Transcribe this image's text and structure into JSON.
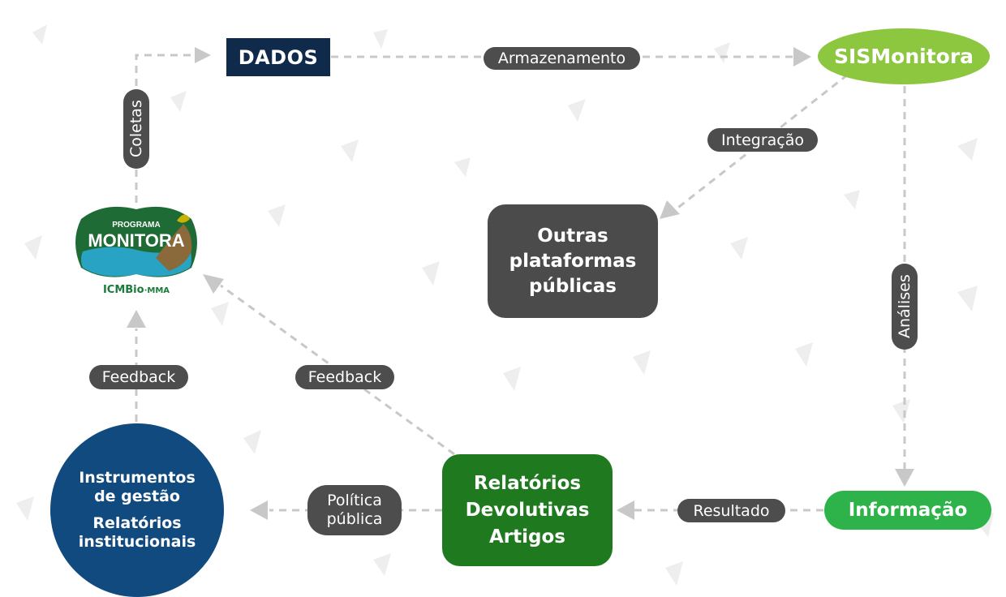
{
  "nodes": {
    "dados": "DADOS",
    "sismonitora": "SISMonitora",
    "outras": [
      "Outras",
      "plataformas",
      "públicas"
    ],
    "informacao": "Informação",
    "relatorios": [
      "Relatórios",
      "Devolutivas",
      "Artigos"
    ],
    "instrumentos": [
      "Instrumentos",
      "de gestão",
      "Relatórios",
      "institucionais"
    ]
  },
  "edges": {
    "armazenamento": "Armazenamento",
    "integracao": "Integração",
    "analises": "Análises",
    "resultado": "Resultado",
    "politica": [
      "Política",
      "pública"
    ],
    "feedback_left": "Feedback",
    "feedback_mid": "Feedback",
    "coletas": "Coletas"
  },
  "logo": {
    "program": "PROGRAMA",
    "name": "MONITORA",
    "org": "ICMBio",
    "org_suffix": "·MMA"
  },
  "colors": {
    "dados": "#0f2a4a",
    "sismonitora": "#8dc63f",
    "outras": "#4b4b4b",
    "informacao": "#2db34a",
    "relatorios": "#1f7a1f",
    "instrumentos": "#114a7e",
    "label_pill": "#4d4d4d",
    "connector": "#c8c8c8"
  }
}
